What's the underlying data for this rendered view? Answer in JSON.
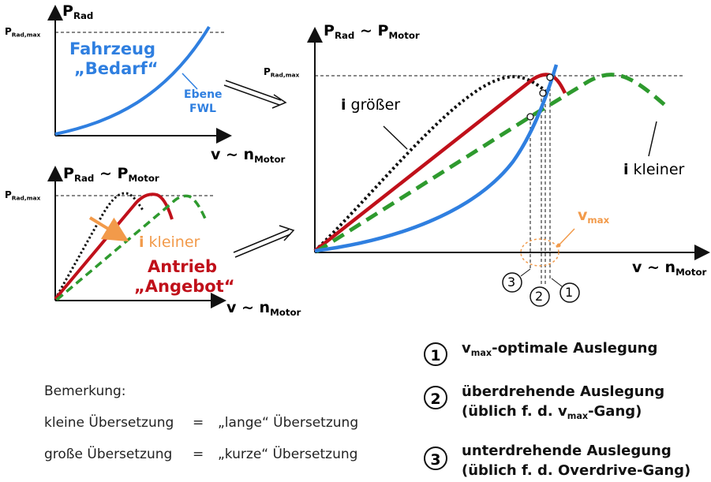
{
  "colors": {
    "blue": "#2f7fe0",
    "red": "#c0101a",
    "green": "#2e9a2e",
    "black": "#111111",
    "orange": "#f29a4a"
  },
  "panel_top_left": {
    "y_axis": "P",
    "y_axis_sub": "Rad",
    "y_max": "P",
    "y_max_sub": "Rad,max",
    "x_axis": "v ~ n",
    "x_axis_sub": "Motor",
    "label_line1": "Fahrzeug",
    "label_line2": "„Bedarf“",
    "curve_label_1": "Ebene",
    "curve_label_2": "FWL"
  },
  "panel_bottom_left": {
    "y_axis": "P",
    "y_axis_sub": "Rad",
    "y_axis_2": " ~ P",
    "y_axis_2_sub": "Motor",
    "y_max": "P",
    "y_max_sub": "Rad,max",
    "x_axis": "v ~ n",
    "x_axis_sub": "Motor",
    "i_letter": "i",
    "i_label": " kleiner",
    "label_line1": "Antrieb",
    "label_line2": "„Angebot“"
  },
  "panel_main": {
    "y_axis": "P",
    "y_axis_sub": "Rad",
    "y_axis_2": " ~ P",
    "y_axis_2_sub": "Motor",
    "y_max": "P",
    "y_max_sub": "Rad,max",
    "x_axis": "v ~ n",
    "x_axis_sub": "Motor",
    "i_letter": "i",
    "i_bigger": " größer",
    "i_smaller": " kleiner",
    "vmax": "v",
    "vmax_sub": "max",
    "marker_3": "3",
    "marker_2": "2",
    "marker_1": "1"
  },
  "legend": {
    "item1_num": "1",
    "item1_v": "v",
    "item1_sub": "max",
    "item1_text": "-optimale Auslegung",
    "item2_num": "2",
    "item2_line1": "überdrehende Auslegung",
    "item2_line2_a": "(üblich f. d. v",
    "item2_line2_sub": "max",
    "item2_line2_b": "-Gang)",
    "item3_num": "3",
    "item3_line1": "unterdrehende Auslegung",
    "item3_line2": "(üblich f. d. Overdrive-Gang)"
  },
  "remarks": {
    "title": "Bemerkung:",
    "row1_left": "kleine Übersetzung",
    "row1_eq": "=",
    "row1_right": "„lange“ Übersetzung",
    "row2_left": "große Übersetzung",
    "row2_eq": "=",
    "row2_right": "„kurze“ Übersetzung"
  }
}
